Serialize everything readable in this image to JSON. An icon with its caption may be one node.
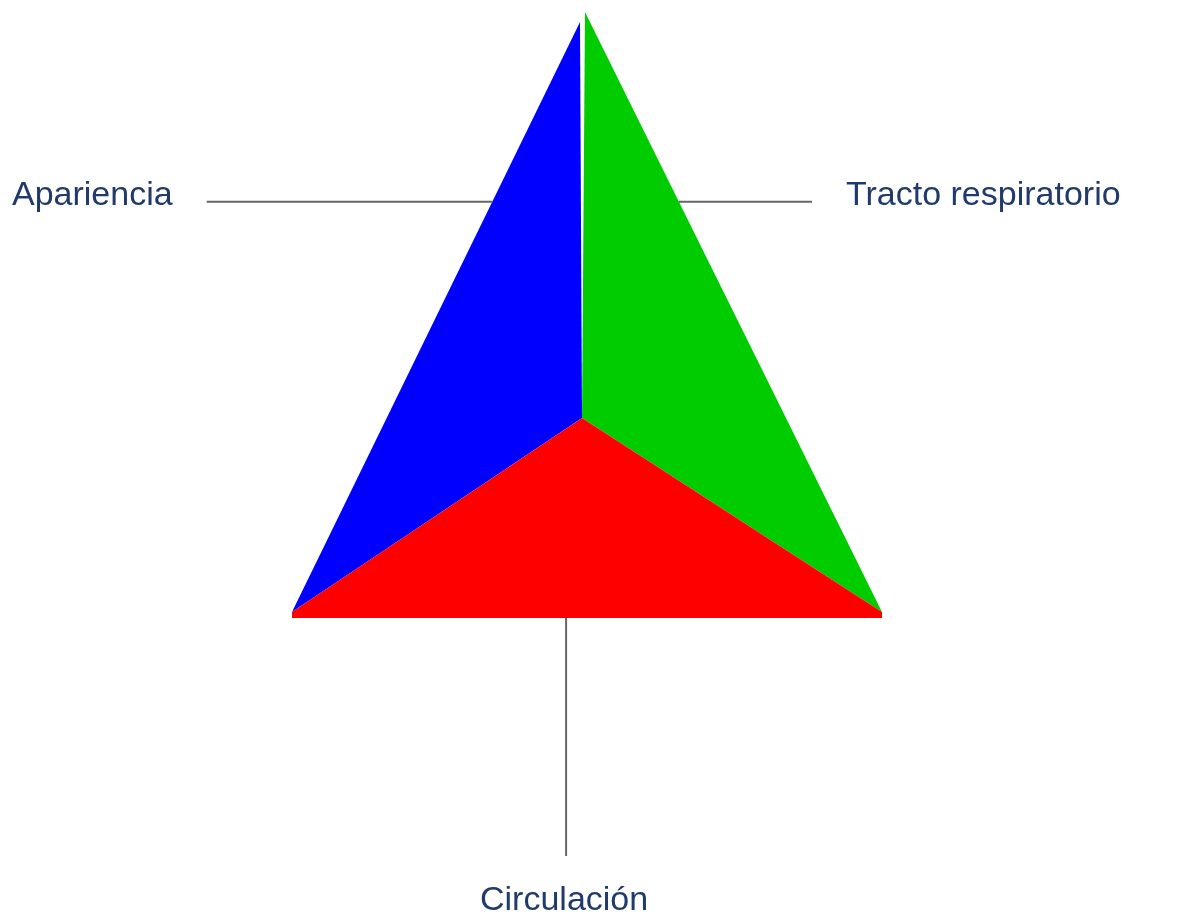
{
  "diagram": {
    "nodes": [
      {
        "text": [
          "Apariencia"
        ]
      },
      {
        "text": [
          "Tracto respiratorio"
        ]
      },
      {
        "text": [],
        "shape": "triangle"
      },
      {
        "text": [],
        "shape": "triangle"
      },
      {
        "text": [],
        "shape": "triangle"
      },
      {
        "text": [
          "Circulación"
        ]
      }
    ],
    "edges": [
      {
        "from": 0,
        "to": 2,
        "arrow": "none"
      },
      {
        "from": 1,
        "to": 3,
        "arrow": "none"
      },
      {
        "from": 5,
        "to": 4,
        "arrow": "none"
      }
    ]
  }
}
